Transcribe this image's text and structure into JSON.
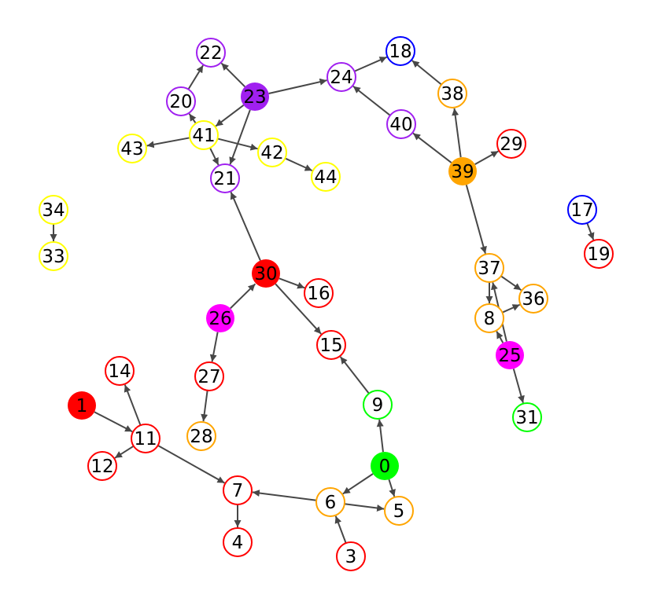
{
  "colors": {
    "edge": "#474747",
    "red": "#ff0000",
    "orange": "#ffa500",
    "yellow": "#ffff00",
    "purple": "#a020f0",
    "magenta": "#ff00ff",
    "green": "#00ff00",
    "blue": "#0000ff",
    "background": "#ffffff"
  },
  "nodes": [
    {
      "id": "0",
      "label": "0",
      "color": "green",
      "filled": true
    },
    {
      "id": "1",
      "label": "1",
      "color": "red",
      "filled": true
    },
    {
      "id": "3",
      "label": "3",
      "color": "red",
      "filled": false
    },
    {
      "id": "4",
      "label": "4",
      "color": "red",
      "filled": false
    },
    {
      "id": "5",
      "label": "5",
      "color": "orange",
      "filled": false
    },
    {
      "id": "6",
      "label": "6",
      "color": "orange",
      "filled": false
    },
    {
      "id": "7",
      "label": "7",
      "color": "red",
      "filled": false
    },
    {
      "id": "8",
      "label": "8",
      "color": "orange",
      "filled": false
    },
    {
      "id": "9",
      "label": "9",
      "color": "green",
      "filled": false
    },
    {
      "id": "11",
      "label": "11",
      "color": "red",
      "filled": false
    },
    {
      "id": "12",
      "label": "12",
      "color": "red",
      "filled": false
    },
    {
      "id": "14",
      "label": "14",
      "color": "red",
      "filled": false
    },
    {
      "id": "15",
      "label": "15",
      "color": "red",
      "filled": false
    },
    {
      "id": "16",
      "label": "16",
      "color": "red",
      "filled": false
    },
    {
      "id": "17",
      "label": "17",
      "color": "blue",
      "filled": false
    },
    {
      "id": "18",
      "label": "18",
      "color": "blue",
      "filled": false
    },
    {
      "id": "19",
      "label": "19",
      "color": "red",
      "filled": false
    },
    {
      "id": "20",
      "label": "20",
      "color": "purple",
      "filled": false
    },
    {
      "id": "21",
      "label": "21",
      "color": "purple",
      "filled": false
    },
    {
      "id": "22",
      "label": "22",
      "color": "purple",
      "filled": false
    },
    {
      "id": "23",
      "label": "23",
      "color": "purple",
      "filled": true
    },
    {
      "id": "24",
      "label": "24",
      "color": "purple",
      "filled": false
    },
    {
      "id": "25",
      "label": "25",
      "color": "magenta",
      "filled": true
    },
    {
      "id": "26",
      "label": "26",
      "color": "magenta",
      "filled": true
    },
    {
      "id": "27",
      "label": "27",
      "color": "red",
      "filled": false
    },
    {
      "id": "28",
      "label": "28",
      "color": "orange",
      "filled": false
    },
    {
      "id": "29",
      "label": "29",
      "color": "red",
      "filled": false
    },
    {
      "id": "30",
      "label": "30",
      "color": "red",
      "filled": true
    },
    {
      "id": "31",
      "label": "31",
      "color": "green",
      "filled": false
    },
    {
      "id": "33",
      "label": "33",
      "color": "yellow",
      "filled": false
    },
    {
      "id": "34",
      "label": "34",
      "color": "yellow",
      "filled": false
    },
    {
      "id": "36",
      "label": "36",
      "color": "orange",
      "filled": false
    },
    {
      "id": "37",
      "label": "37",
      "color": "orange",
      "filled": false
    },
    {
      "id": "38",
      "label": "38",
      "color": "orange",
      "filled": false
    },
    {
      "id": "39",
      "label": "39",
      "color": "orange",
      "filled": true
    },
    {
      "id": "40",
      "label": "40",
      "color": "purple",
      "filled": false
    },
    {
      "id": "41",
      "label": "41",
      "color": "yellow",
      "filled": false
    },
    {
      "id": "42",
      "label": "42",
      "color": "yellow",
      "filled": false
    },
    {
      "id": "43",
      "label": "43",
      "color": "yellow",
      "filled": false
    },
    {
      "id": "44",
      "label": "44",
      "color": "yellow",
      "filled": false
    }
  ],
  "edges": [
    {
      "from": "1",
      "to": "11"
    },
    {
      "from": "11",
      "to": "14"
    },
    {
      "from": "11",
      "to": "12"
    },
    {
      "from": "11",
      "to": "7"
    },
    {
      "from": "7",
      "to": "4"
    },
    {
      "from": "6",
      "to": "7"
    },
    {
      "from": "6",
      "to": "5"
    },
    {
      "from": "3",
      "to": "6"
    },
    {
      "from": "0",
      "to": "6"
    },
    {
      "from": "0",
      "to": "5"
    },
    {
      "from": "0",
      "to": "9"
    },
    {
      "from": "9",
      "to": "15"
    },
    {
      "from": "30",
      "to": "15"
    },
    {
      "from": "30",
      "to": "16"
    },
    {
      "from": "30",
      "to": "21"
    },
    {
      "from": "26",
      "to": "30"
    },
    {
      "from": "26",
      "to": "27"
    },
    {
      "from": "27",
      "to": "28"
    },
    {
      "from": "23",
      "to": "22"
    },
    {
      "from": "23",
      "to": "24"
    },
    {
      "from": "23",
      "to": "41"
    },
    {
      "from": "23",
      "to": "21"
    },
    {
      "from": "20",
      "to": "22"
    },
    {
      "from": "41",
      "to": "20"
    },
    {
      "from": "41",
      "to": "43"
    },
    {
      "from": "41",
      "to": "42"
    },
    {
      "from": "41",
      "to": "21"
    },
    {
      "from": "42",
      "to": "44"
    },
    {
      "from": "24",
      "to": "18"
    },
    {
      "from": "38",
      "to": "18"
    },
    {
      "from": "40",
      "to": "24"
    },
    {
      "from": "39",
      "to": "40"
    },
    {
      "from": "39",
      "to": "38"
    },
    {
      "from": "39",
      "to": "29"
    },
    {
      "from": "39",
      "to": "37"
    },
    {
      "from": "37",
      "to": "8"
    },
    {
      "from": "37",
      "to": "36"
    },
    {
      "from": "8",
      "to": "36"
    },
    {
      "from": "25",
      "to": "8"
    },
    {
      "from": "25",
      "to": "37"
    },
    {
      "from": "25",
      "to": "31"
    },
    {
      "from": "34",
      "to": "33"
    },
    {
      "from": "17",
      "to": "19"
    }
  ]
}
